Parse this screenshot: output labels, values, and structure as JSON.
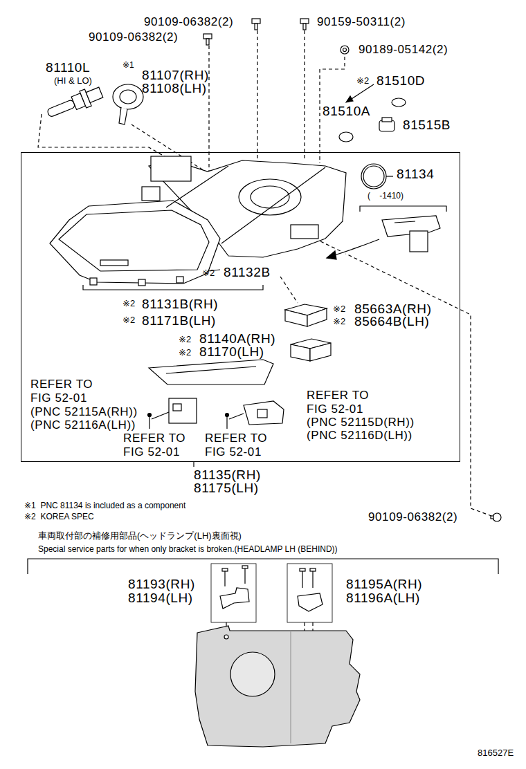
{
  "diagram": {
    "nodes": [
      {
        "text": [
          "81134",
          "(    -1410)",
          "※2",
          "81132B",
          "※2",
          "81131B(RH)",
          "※2",
          "81171B(LH)",
          "※2",
          "85663A(RH)",
          "※2",
          "85664B(LH)",
          "※2",
          "81140A(RH)",
          "※2",
          "81170(LH)",
          "REFER TO",
          "FIG 52-01",
          "(PNC 52115A(RH))",
          "(PNC 52116A(LH))",
          "REFER TO",
          "FIG 52-01",
          "(PNC 52115D(RH))",
          "(PNC 52116D(LH))",
          "REFER TO",
          "FIG 52-01",
          "REFER TO",
          "FIG 52-01"
        ]
      }
    ],
    "labels": [
      "90109-06382(2)",
      "90109-06382(2)",
      "90159-50311(2)",
      "90189-05142(2)",
      "81110L",
      "(HI & LO)",
      "※1",
      "81107(RH)",
      "81108(LH)",
      "※2",
      "81510D",
      "81510A",
      "81515B",
      "81135(RH)",
      "81175(LH)",
      "※1  PNC 81134 is included as a component",
      "※2  KOREA SPEC",
      "90109-06382(2)",
      "車両取付部の補修用部品(ヘッドランプ(LH)裏面視)",
      "Special service parts for when only bracket is broken.(HEADLAMP LH (BEHIND))",
      "81193(RH)",
      "81194(LH)",
      "81195A(RH)",
      "81196A(LH)",
      "816527E"
    ]
  }
}
